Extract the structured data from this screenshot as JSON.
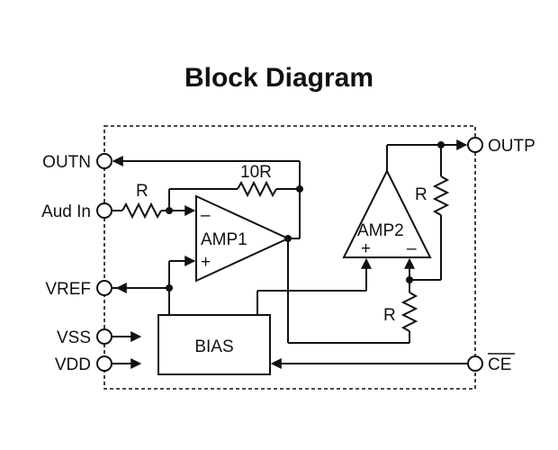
{
  "title": "Block Diagram",
  "pins": {
    "outn": "OUTN",
    "aud_in": "Aud In",
    "vref": "VREF",
    "vss": "VSS",
    "vdd": "VDD",
    "outp": "OUTP",
    "ce": "CE"
  },
  "components": {
    "amp1": "AMP1",
    "amp2": "AMP2",
    "bias": "BIAS",
    "r_in": "R",
    "r_fb": "10R",
    "r_amp2_fb": "R",
    "r_amp2_in": "R",
    "minus": "–",
    "plus": "+"
  }
}
